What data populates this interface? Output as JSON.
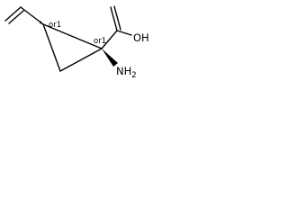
{
  "molecule": {
    "atoms": {
      "hydroxyl": "OH",
      "amino": "NH",
      "amino_subscript": "2"
    },
    "stereo": {
      "c2": "or1",
      "c1": "or1"
    }
  },
  "colors": {
    "ink": "#000000",
    "background": "#ffffff"
  }
}
